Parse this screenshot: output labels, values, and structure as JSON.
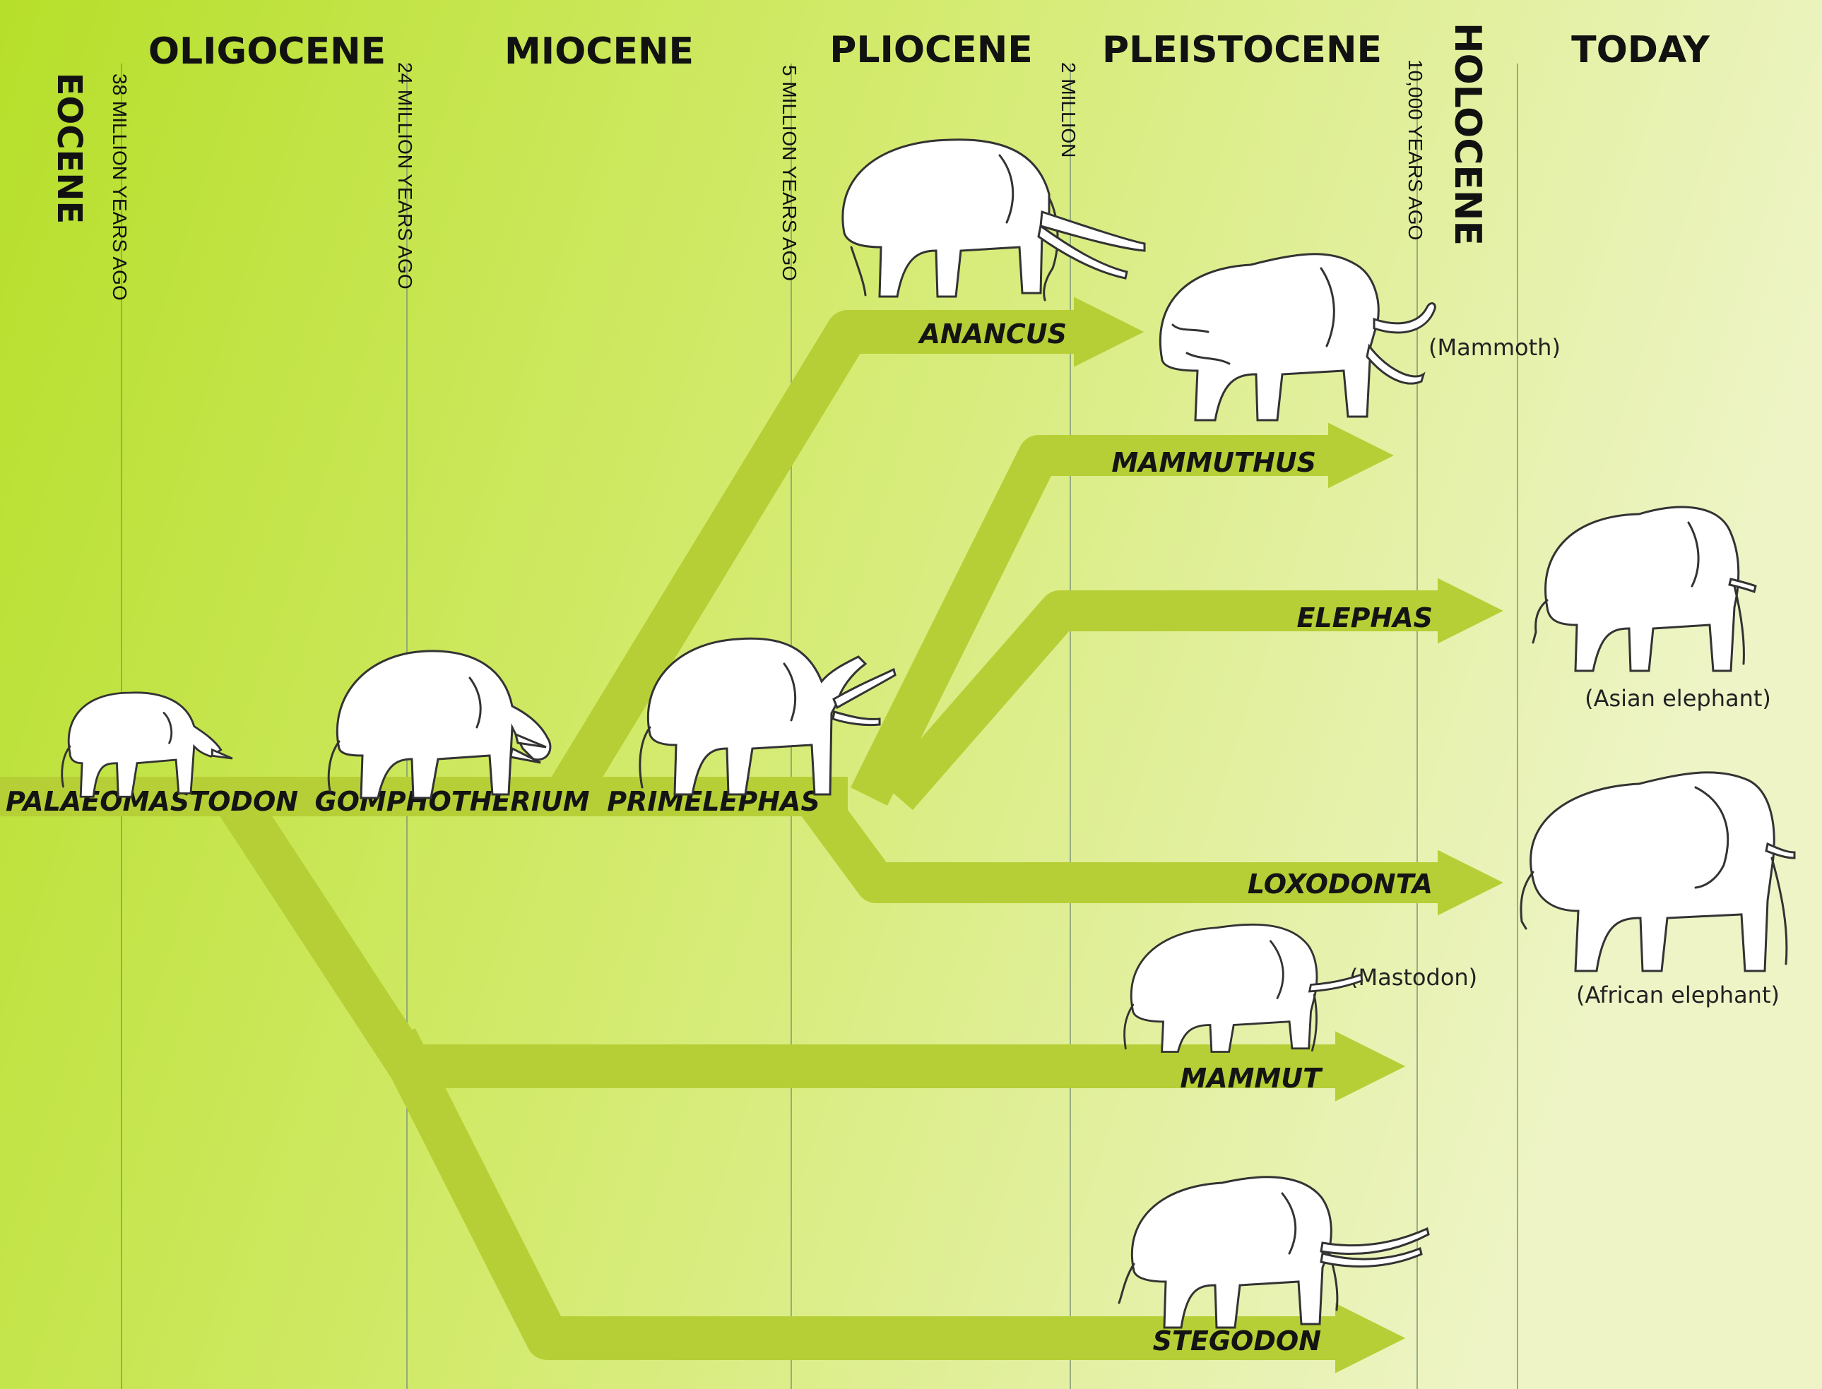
{
  "colors": {
    "background_left": "#b9e12c",
    "background_right": "#eef4c0",
    "branch": "#b6cf36",
    "divider": "#8aa07a",
    "text": "#111111"
  },
  "epochs": {
    "eocene": "EOCENE",
    "oligocene": "OLIGOCENE",
    "miocene": "MIOCENE",
    "pliocene": "PLIOCENE",
    "pleistocene": "PLEISTOCENE",
    "holocene": "HOLOCENE",
    "today": "TODAY"
  },
  "boundaries": {
    "b1": "38 MILLION YEARS AGO",
    "b2": "24 MILLION YEARS AGO",
    "b3": "5 MILLION YEARS AGO",
    "b4": "2 MILLION",
    "b5": "10,000 YEARS AGO"
  },
  "genera": {
    "palaeomastodon": "PALAEOMASTODON",
    "gomphotherium": "GOMPHOTHERIUM",
    "primelephas": "PRIMELEPHAS",
    "anancus": "ANANCUS",
    "mammuthus": "MAMMUTHUS",
    "elephas": "ELEPHAS",
    "loxodonta": "LOXODONTA",
    "mammut": "MAMMUT",
    "stegodon": "STEGODON"
  },
  "common_names": {
    "mammoth": "(Mammoth)",
    "asian_elephant": "(Asian elephant)",
    "african_elephant": "(African elephant)",
    "mastodon": "(Mastodon)"
  },
  "icons": [
    "palaeomastodon-illustration",
    "gomphotherium-illustration",
    "primelephas-illustration",
    "anancus-illustration",
    "mammoth-illustration",
    "asian-elephant-illustration",
    "african-elephant-illustration",
    "mastodon-illustration",
    "stegodon-illustration"
  ]
}
